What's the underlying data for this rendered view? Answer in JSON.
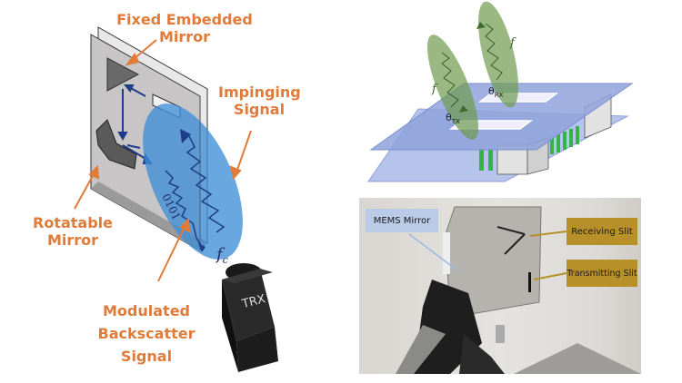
{
  "left_diagram": {
    "labels": {
      "fixed_mirror": [
        "Fixed Embedded",
        "Mirror"
      ],
      "impinging": [
        "Impinging",
        "Signal"
      ],
      "rotatable": [
        "Rotatable",
        "Mirror"
      ],
      "modulated": [
        "Modulated",
        "Backscatter",
        "Signal"
      ]
    },
    "bits": "0101",
    "carrier_symbol": "f",
    "carrier_subscript": "c",
    "trx_label": "TRX"
  },
  "right_diagram": {
    "freq_symbol": "f",
    "theta": "θ",
    "rx_sub": "RX",
    "tx_sub": "TX"
  },
  "photo": {
    "mems_label": "MEMS Mirror",
    "receiving_label": "Receiving Slit",
    "transmitting_label": "Transmitting Slit"
  },
  "colors": {
    "label_orange": "#e07b39",
    "beam_blue": "#3f8ed8",
    "beam_green": "#6e9a4d",
    "plate_blue": "#8fa3dc",
    "tag_gold": "#b8902a",
    "tag_blue": "#b9cbe6"
  }
}
